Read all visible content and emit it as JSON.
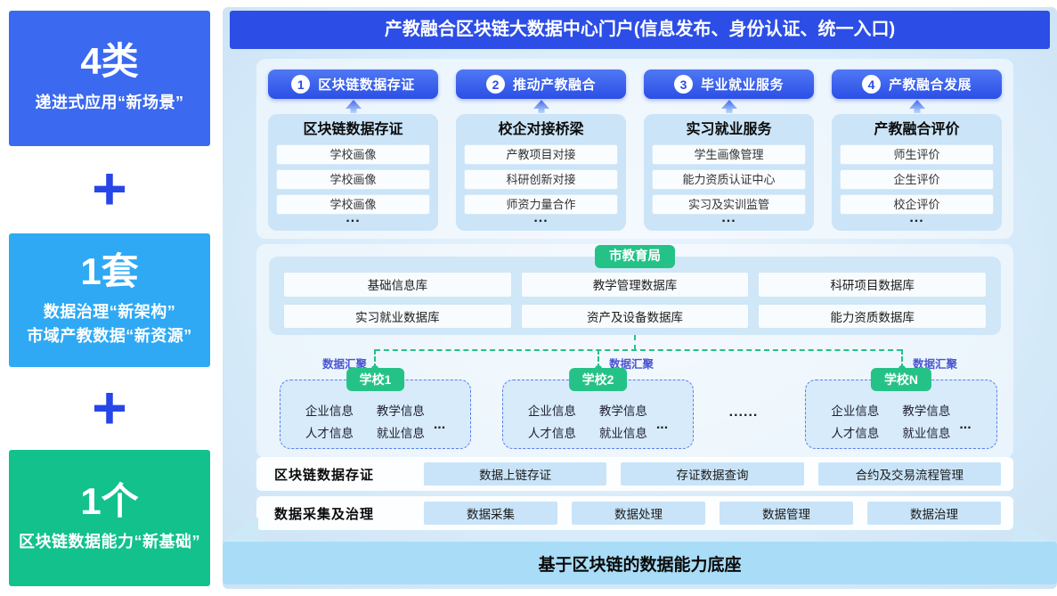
{
  "sidebar": {
    "plus": "+",
    "blocks": [
      {
        "headline": "4类",
        "lines": [
          "递进式应用“新场景”"
        ]
      },
      {
        "headline": "1套",
        "lines": [
          "数据治理“新架构”",
          "市域产教数据“新资源”"
        ]
      },
      {
        "headline": "1个",
        "lines": [
          "区块链数据能力“新基础”"
        ]
      }
    ]
  },
  "portal": {
    "title": "产教融合区块链大数据中心门户(信息发布、身份认证、统一入口)"
  },
  "apps": {
    "pills": [
      {
        "num": "1",
        "label": "区块链数据存证"
      },
      {
        "num": "2",
        "label": "推动产教融合"
      },
      {
        "num": "3",
        "label": "毕业就业服务"
      },
      {
        "num": "4",
        "label": "产教融合发展"
      }
    ],
    "cards": [
      {
        "title": "区块链数据存证",
        "items": [
          "学校画像",
          "学校画像",
          "学校画像"
        ],
        "more": "..."
      },
      {
        "title": "校企对接桥梁",
        "items": [
          "产教项目对接",
          "科研创新对接",
          "师资力量合作"
        ],
        "more": "..."
      },
      {
        "title": "实习就业服务",
        "items": [
          "学生画像管理",
          "能力资质认证中心",
          "实习及实训监管"
        ],
        "more": "..."
      },
      {
        "title": "产教融合评价",
        "items": [
          "师生评价",
          "企生评价",
          "校企评价"
        ],
        "more": "..."
      }
    ]
  },
  "platform": {
    "bureau": "市教育局",
    "databases": [
      "基础信息库",
      "教学管理数据库",
      "科研项目数据库",
      "实习就业数据库",
      "资产及设备数据库",
      "能力资质数据库"
    ],
    "agg_label": "数据汇聚",
    "schools_ellipsis": "......",
    "schools": [
      {
        "badge": "学校1",
        "items": [
          "企业信息",
          "教学信息",
          "人才信息",
          "就业信息"
        ],
        "more": "..."
      },
      {
        "badge": "学校2",
        "items": [
          "企业信息",
          "教学信息",
          "人才信息",
          "就业信息"
        ],
        "more": "..."
      },
      {
        "badge": "学校N",
        "items": [
          "企业信息",
          "教学信息",
          "人才信息",
          "就业信息"
        ],
        "more": "..."
      }
    ]
  },
  "layers": [
    {
      "label": "区块链数据存证",
      "cells": [
        "数据上链存证",
        "存证数据查询",
        "合约及交易流程管理"
      ]
    },
    {
      "label": "数据采集及治理",
      "cells": [
        "数据采集",
        "数据处理",
        "数据管理",
        "数据治理"
      ]
    }
  ],
  "base": {
    "label": "基于区块链的数据能力底座"
  },
  "colors": {
    "header_blue": "#2c4ee6",
    "pill_blue": "#3b69ef",
    "sky_blue": "#2fa9f4",
    "green": "#25c287",
    "sidebar_green": "#12c18c",
    "agg_label_text": "#4a56d2",
    "panel_bg": "#d9ecfa",
    "pedestal_bg": "#a9dcf6"
  }
}
